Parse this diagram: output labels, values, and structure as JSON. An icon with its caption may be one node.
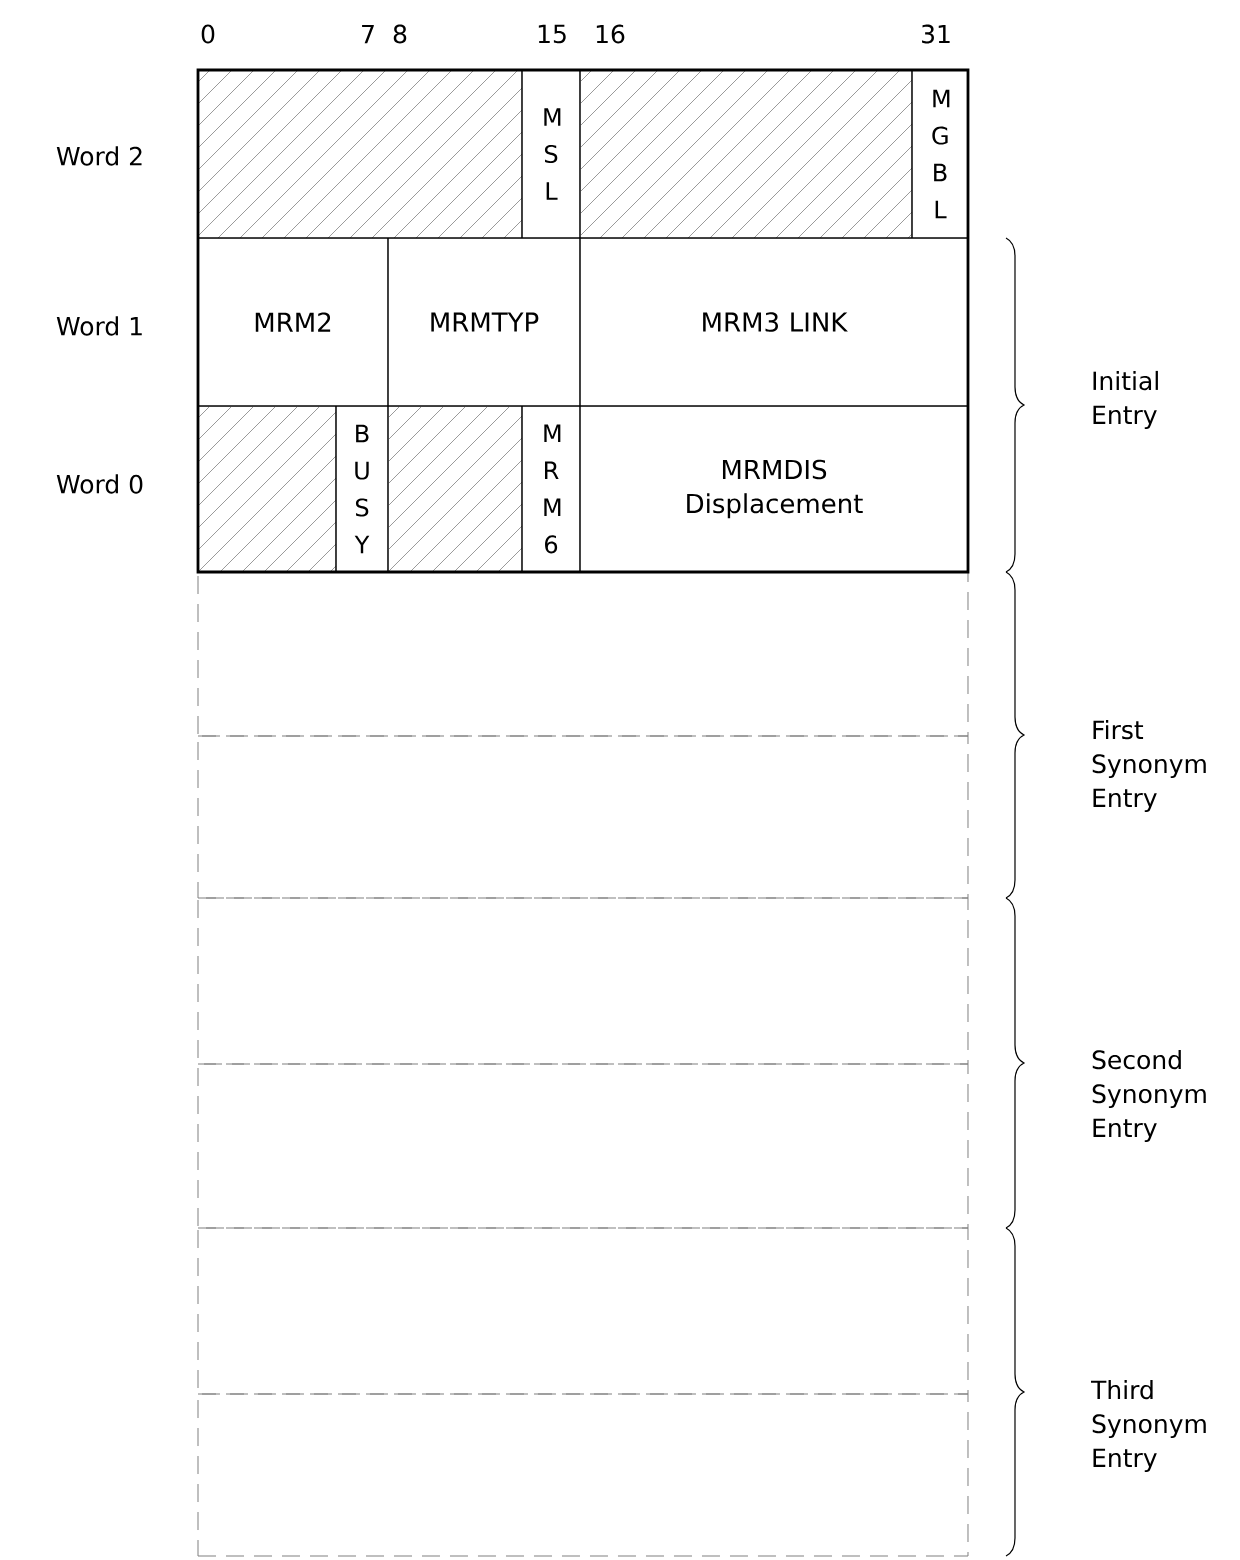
{
  "diagram": {
    "nodes": [
      {
        "text": [],
        "shape": "box"
      },
      {
        "text": [
          "MSL"
        ]
      },
      {
        "text": [],
        "shape": "box"
      },
      {
        "text": [
          "MGBL"
        ]
      },
      {
        "text": [
          "MRM2"
        ]
      },
      {
        "text": [
          "MRMTYP"
        ]
      },
      {
        "text": [
          "MRM3 LINK"
        ]
      },
      {
        "text": [],
        "shape": "box"
      },
      {
        "text": [
          "BUSY"
        ]
      },
      {
        "text": [],
        "shape": "box"
      },
      {
        "text": [
          "MRM6"
        ]
      },
      {
        "text": [
          "MRMDIS Displacement"
        ]
      },
      {
        "text": [],
        "shape": "box"
      },
      {
        "text": [],
        "shape": "box"
      },
      {
        "text": [],
        "shape": "box"
      },
      {
        "text": [],
        "shape": "box"
      },
      {
        "text": [],
        "shape": "box"
      },
      {
        "text": [],
        "shape": "box"
      }
    ],
    "labels": [
      "0",
      "7",
      "8",
      "15",
      "16",
      "31",
      "Word 2",
      "Word 1",
      "Initial Entry",
      "Word 0",
      "First Synonym Entry",
      "Second Synonym Entry",
      "Third Synonym Entry"
    ]
  }
}
